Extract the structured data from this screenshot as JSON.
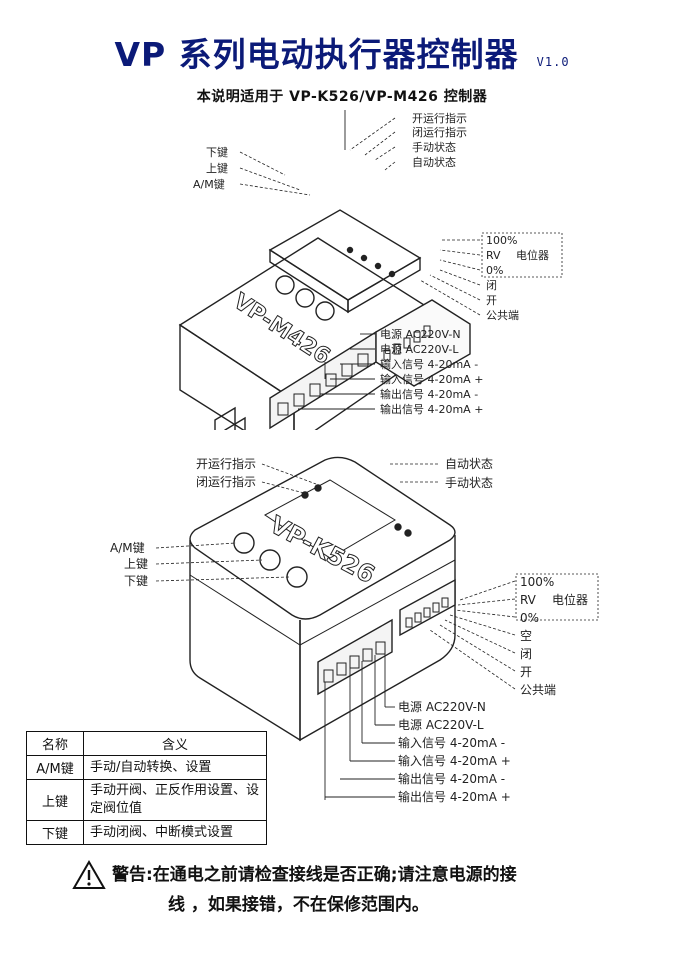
{
  "header": {
    "title": "VP 系列电动执行器控制器",
    "version": "V1.0",
    "subtitle": "本说明适用于 VP-K526/VP-M426 控制器"
  },
  "m426": {
    "model_text": "VP-M426",
    "left_labels": [
      "下键",
      "上键",
      "A/M键"
    ],
    "top_right_labels": [
      "开运行指示",
      "闭运行指示",
      "手动状态",
      "自动状态"
    ],
    "right_labels": [
      "100%",
      "RV",
      "电位器",
      "0%",
      "闭",
      "开",
      "公共端"
    ],
    "bottom_labels": [
      "电源  AC220V-N",
      "电源  AC220V-L",
      "输入信号  4-20mA  -",
      "输入信号  4-20mA  +",
      "输出信号  4-20mA  -",
      "输出信号  4-20mA  +"
    ]
  },
  "k526": {
    "model_text": "VP-K526",
    "top_left_labels": [
      "开运行指示",
      "闭运行指示"
    ],
    "top_right_labels": [
      "自动状态",
      "手动状态"
    ],
    "left_labels": [
      "A/M键",
      "上键",
      "下键"
    ],
    "right_labels": [
      "100%",
      "RV",
      "电位器",
      "0%",
      "空",
      "闭",
      "开",
      "公共端"
    ],
    "bottom_labels": [
      "电源  AC220V-N",
      "电源  AC220V-L",
      "输入信号  4-20mA  -",
      "输入信号  4-20mA  +",
      "输出信号  4-20mA  -",
      "输出信号  4-20mA  +"
    ]
  },
  "key_table": {
    "headers": [
      "名称",
      "含义"
    ],
    "rows": [
      {
        "name": "A/M键",
        "meaning": "手动/自动转换、设置"
      },
      {
        "name": "上键",
        "meaning": "手动开阀、正反作用设置、设定阀位值"
      },
      {
        "name": "下键",
        "meaning": "手动闭阀、中断模式设置"
      }
    ]
  },
  "warning": {
    "line1": "警告:在通电之前请检查接线是否正确;请注意电源的接",
    "line2": "线 ，如果接错，不在保修范围内。"
  }
}
